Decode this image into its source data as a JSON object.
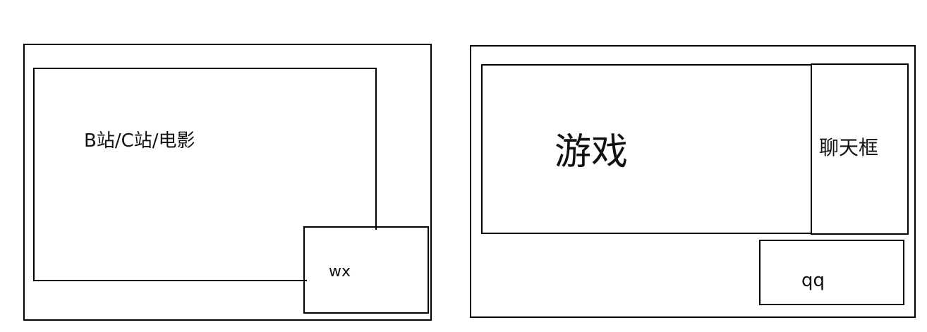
{
  "left_diagram": {
    "main_label": "B站/C站/电影",
    "overlay_label": "wx"
  },
  "right_diagram": {
    "main_label": "游戏",
    "side_label": "聊天框",
    "bottom_label": "qq"
  }
}
